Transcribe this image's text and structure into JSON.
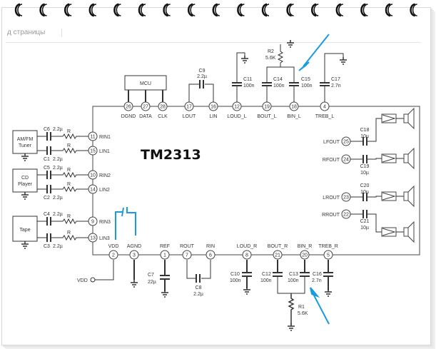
{
  "page": {
    "breadcrumb_text": "д страницы"
  },
  "chip": {
    "name": "TM2313"
  },
  "sources": [
    {
      "name": "AM/FM Tuner",
      "line1": "AM/FM",
      "line2": "Tuner"
    },
    {
      "name": "CD Player",
      "line1": "CD",
      "line2": "Player"
    },
    {
      "name": "Tape",
      "line1": "Tape",
      "line2": ""
    }
  ],
  "mcu": {
    "label": "MCU"
  },
  "pins": {
    "dgnd": {
      "num": "26",
      "name": "DGND"
    },
    "data": {
      "num": "27",
      "name": "DATA"
    },
    "clk": {
      "num": "28",
      "name": "CLK"
    },
    "lout": {
      "num": "17",
      "name": "LOUT"
    },
    "lin": {
      "num": "16",
      "name": "LIN"
    },
    "loud_l": {
      "num": "12",
      "name": "LOUD_L"
    },
    "bout_l": {
      "num": "19",
      "name": "BOUT_L"
    },
    "bin_l": {
      "num": "18",
      "name": "BIN_L"
    },
    "treb_l": {
      "num": "4",
      "name": "TREB_L"
    },
    "rin1": {
      "num": "11",
      "name": "RIN1"
    },
    "lin1": {
      "num": "15",
      "name": "LIN1"
    },
    "rin2": {
      "num": "10",
      "name": "RIN2"
    },
    "lin2": {
      "num": "14",
      "name": "LIN2"
    },
    "rin3": {
      "num": "9",
      "name": "RIN3"
    },
    "lin3": {
      "num": "13",
      "name": "LIN3"
    },
    "vdd": {
      "num": "2",
      "name": "VDD"
    },
    "agnd": {
      "num": "3",
      "name": "AGND"
    },
    "ref": {
      "num": "1",
      "name": "REF"
    },
    "rout": {
      "num": "7",
      "name": "ROUT"
    },
    "rin": {
      "num": "6",
      "name": "RIN"
    },
    "loud_r": {
      "num": "8",
      "name": "LOUD_R"
    },
    "bout_r": {
      "num": "21",
      "name": "BOUT_R"
    },
    "bin_r": {
      "num": "20",
      "name": "BIN_R"
    },
    "treb_r": {
      "num": "5",
      "name": "TREB_R"
    },
    "lfout": {
      "num": "25",
      "name": "LFOUT"
    },
    "rfout": {
      "num": "24",
      "name": "RFOUT"
    },
    "lrout": {
      "num": "23",
      "name": "LROUT"
    },
    "rrout": {
      "num": "22",
      "name": "RROUT"
    }
  },
  "components": {
    "c1": {
      "ref": "C1",
      "value": "2.2µ"
    },
    "c2": {
      "ref": "C2",
      "value": "2.2µ"
    },
    "c3": {
      "ref": "C3",
      "value": "2.2µ"
    },
    "c4": {
      "ref": "C4",
      "value": "2.2µ"
    },
    "c5": {
      "ref": "C5",
      "value": "2.2µ"
    },
    "c6": {
      "ref": "C6",
      "value": "2.2µ"
    },
    "c7": {
      "ref": "C7",
      "value": "22µ"
    },
    "c8": {
      "ref": "C8",
      "value": "2.2µ"
    },
    "c9": {
      "ref": "C9",
      "value": "2.2µ"
    },
    "c10": {
      "ref": "C10",
      "value": "100n"
    },
    "c11": {
      "ref": "C11",
      "value": "100n"
    },
    "c12": {
      "ref": "C12",
      "value": "100n"
    },
    "c13": {
      "ref": "C13",
      "value": "100n"
    },
    "c14": {
      "ref": "C14",
      "value": "100n"
    },
    "c15": {
      "ref": "C15",
      "value": "100n"
    },
    "c16": {
      "ref": "C16",
      "value": "2.7n"
    },
    "c17": {
      "ref": "C17",
      "value": "2.7n"
    },
    "c18": {
      "ref": "C18",
      "value": "10µ"
    },
    "c19": {
      "ref": "C19",
      "value": "10µ"
    },
    "c20": {
      "ref": "C20",
      "value": "10µ"
    },
    "c21": {
      "ref": "C21",
      "value": "10µ"
    },
    "r": {
      "ref": "R"
    },
    "r1": {
      "ref": "R1",
      "value": "5.6K"
    },
    "r2": {
      "ref": "R2",
      "value": "5.6K"
    }
  },
  "vdd_terminal": {
    "label": "VDD"
  },
  "annotation_color": "#1a9be0"
}
